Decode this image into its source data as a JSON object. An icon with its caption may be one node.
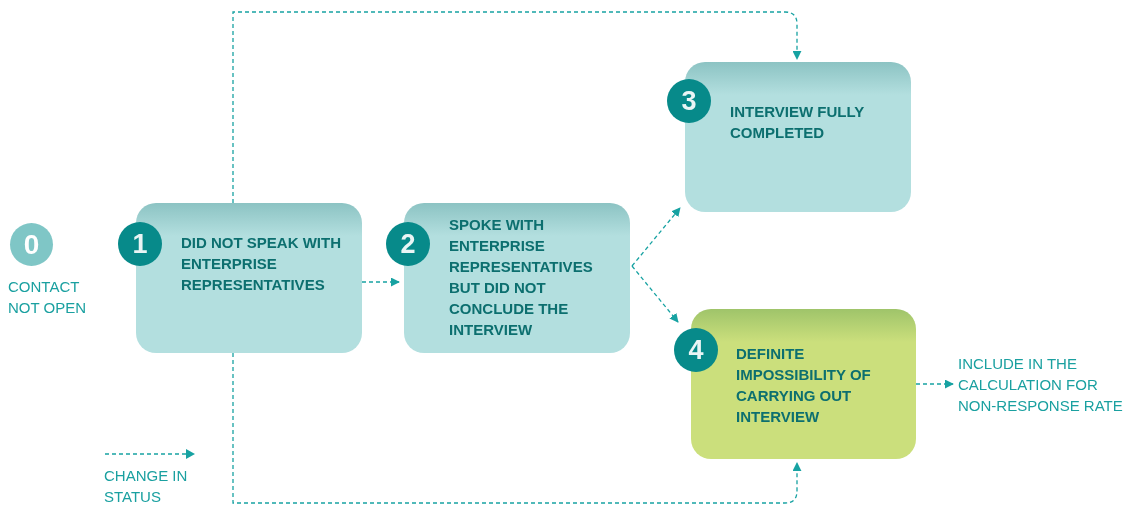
{
  "diagram": {
    "nodes": [
      {
        "text": [
          "0"
        ],
        "beside": [
          "CONTACT NOT OPEN"
        ]
      },
      {
        "text": [
          "1",
          "DID NOT SPEAK WITH ENTERPRISE REPRESENTATIVES"
        ]
      },
      {
        "text": [
          "2",
          "SPOKE WITH ENTERPRISE REPRESENTATIVES BUT DID NOT CONCLUDE THE INTERVIEW"
        ]
      },
      {
        "text": [
          "3",
          "INTERVIEW FULLY COMPLETED"
        ]
      },
      {
        "text": [
          "4",
          "DEFINITE IMPOSSIBILITY OF CARRYING OUT INTERVIEW"
        ]
      },
      {
        "text": [
          "INCLUDE IN THE CALCULATION FOR NON-RESPONSE RATE"
        ]
      }
    ],
    "edges": [
      {
        "from": 1,
        "to": 3,
        "arrow": "to"
      },
      {
        "from": 1,
        "to": 4,
        "arrow": "to"
      },
      {
        "from": 1,
        "to": 2,
        "arrow": "to"
      },
      {
        "from": 2,
        "to": 3,
        "arrow": "to"
      },
      {
        "from": 2,
        "to": 4,
        "arrow": "to"
      },
      {
        "from": 4,
        "to": 5,
        "arrow": "to"
      }
    ],
    "legend": [
      {
        "text": "CHANGE IN STATUS"
      }
    ]
  }
}
